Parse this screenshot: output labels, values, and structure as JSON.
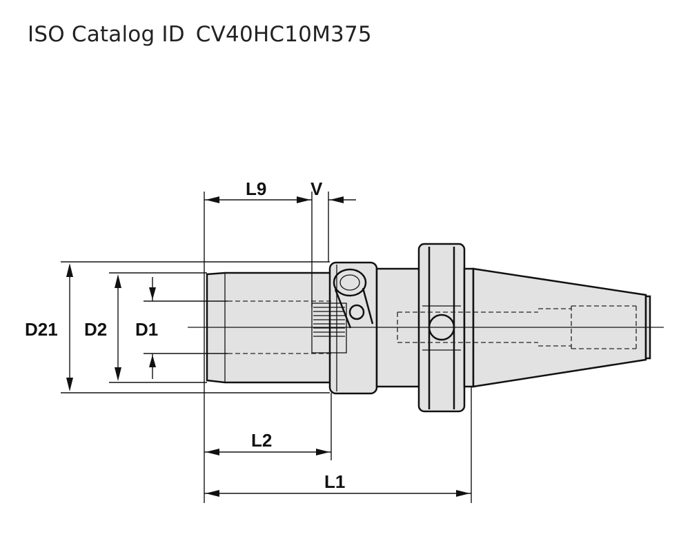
{
  "header": {
    "label": "ISO Catalog ID",
    "catalog_id": "CV40HC10M375"
  },
  "diagram": {
    "dimensions": {
      "d21": "D21",
      "d2": "D2",
      "d1": "D1",
      "l9": "L9",
      "v": "V",
      "l2": "L2",
      "l1": "L1"
    },
    "line_color": "#111111",
    "body_color": "#e2e2e2"
  }
}
